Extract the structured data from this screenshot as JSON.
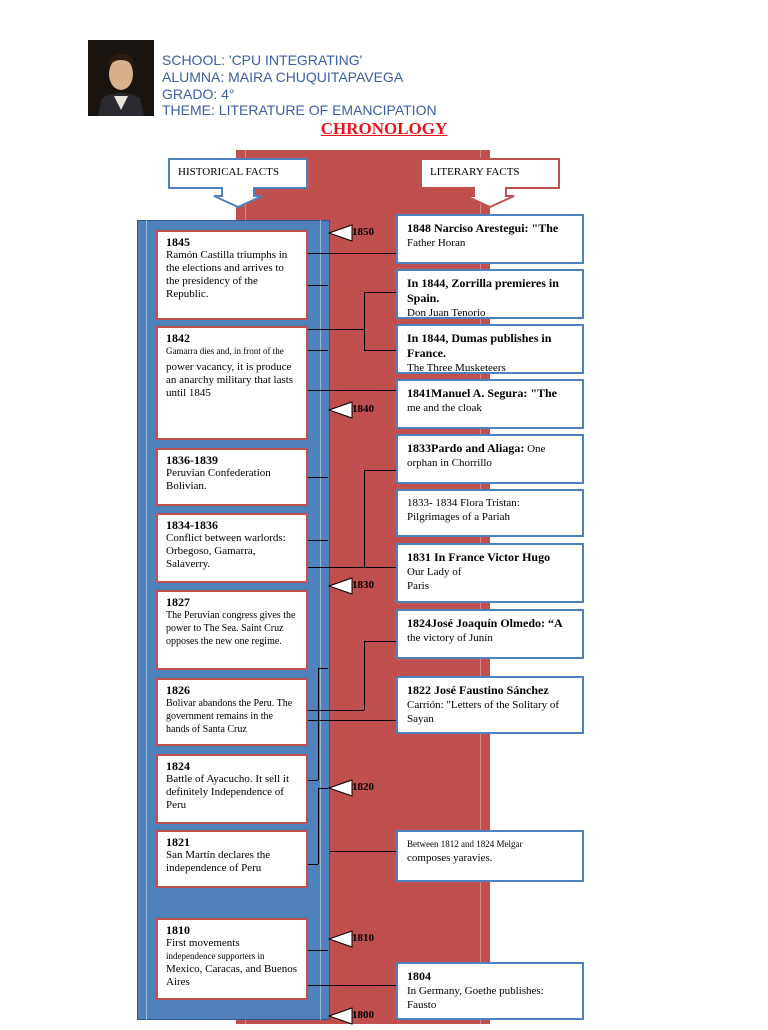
{
  "header": {
    "school": "SCHOOL: 'CPU INTEGRATING'",
    "student": "ALUMNA: MAIRA CHUQUITAPAVEGA",
    "grade": "GRADO: 4°",
    "theme": "THEME: LITERATURE OF EMANCIPATION",
    "title": "CHRONOLOGY"
  },
  "columns": {
    "historical": "HISTORICAL FACTS",
    "literary": "LITERARY FACTS"
  },
  "markers": [
    "1850",
    "1840",
    "1830",
    "1820",
    "1810",
    "1800"
  ],
  "historical": [
    {
      "year": "1845",
      "text": "Ramón Castilla triumphs in the elections and arrives to the presidency of the Republic."
    },
    {
      "year": "1842",
      "text_small": "Gamarra dies and, in front of the",
      "text": "power vacancy, it is produce an anarchy military that lasts until 1845"
    },
    {
      "year": "1836-1839",
      "text": "Peruvian Confederation Bolivian."
    },
    {
      "year": "1834-1836",
      "text": "Conflict between warlords: Orbegoso, Gamarra, Salaverry."
    },
    {
      "year": "1827",
      "text": "The Peruvian congress gives the power to The Sea. Saint Cruz opposes the new one regime."
    },
    {
      "year": "1826",
      "text": "Bolivar abandons the Peru. The government remains in the hands of Santa Cruz"
    },
    {
      "year": "1824",
      "text": "Battle of Ayacucho. It sell it definitely Independence of Peru"
    },
    {
      "year": "1821",
      "text": "San Martín declares the independence of Peru"
    },
    {
      "year": "1810",
      "text": "First movements",
      "text_small": "independence supporters in",
      "text2": "Mexico, Caracas, and Buenos Aires"
    }
  ],
  "literary": [
    {
      "bold": "1848 Narciso Arestegui: \"The",
      "text": "Father Horan"
    },
    {
      "bold": "In 1844, Zorrilla premieres in Spain.",
      "text": "Don Juan Tenorio"
    },
    {
      "bold": "In 1844, Dumas publishes in France.",
      "text": "The Three Musketeers"
    },
    {
      "bold": "1841Manuel A. Segura: \"The",
      "text": "me and the cloak"
    },
    {
      "bold": "1833Pardo and Aliaga:",
      "bold_rest": " One",
      "text": "orphan in Chorrillo"
    },
    {
      "bold": "",
      "text": "1833- 1834 Flora Tristan: Pilgrimages of a Pariah"
    },
    {
      "bold": "1831 In France Victor Hugo",
      "text": "Our Lady of Paris"
    },
    {
      "bold": "1824José Joaquín Olmedo: “A",
      "text": "the victory of Junín"
    },
    {
      "bold": "1822 José Faustino Sánchez",
      "text": "Carrión: \"Letters of the Solitary of Sayan"
    },
    {
      "bold": "",
      "text_small": "Between 1812 and 1824 Melgar",
      "text": "composes yaravies."
    },
    {
      "bold": "1804",
      "text": "In Germany, Goethe publishes: Fausto"
    }
  ]
}
